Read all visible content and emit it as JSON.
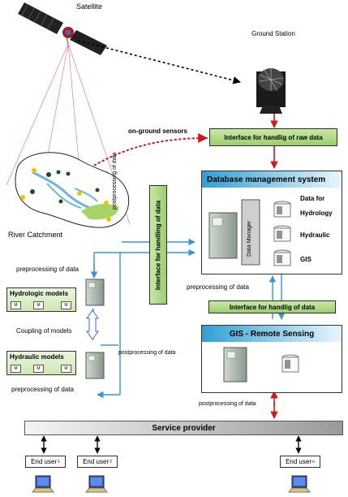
{
  "labels": {
    "satellite": "Satellite",
    "ground_station": "Ground Station",
    "on_ground_sensors": "on-ground sensors",
    "river_catchment": "River Catchment",
    "postprocessing_vertical": "postprocessing of data",
    "preprocessing_1": "preprocessing of data",
    "coupling": "Coupling of models",
    "postprocessing_mid": "postprocessing of data",
    "preprocessing_2": "preprocessing of data",
    "preprocessing_db": "preprocessing of data",
    "postprocessing_gis": "postprocessing of data"
  },
  "interfaces": {
    "raw": "Interface for handlig of raw data",
    "vertical": "Interface for handling of data",
    "gis": "Interface for handlig of data"
  },
  "dbms": {
    "title": "Database management system",
    "data_manager": "Data Manager",
    "data_for": "Data for",
    "items": [
      "Hydrology",
      "Hydraulic",
      "GIS"
    ]
  },
  "gis_panel": {
    "title": "GIS - Remote Sensing"
  },
  "models": {
    "hydrologic": {
      "title": "Hydrologic models",
      "cells": [
        "M",
        "M",
        "M"
      ]
    },
    "hydraulic": {
      "title": "Hydraulic models",
      "cells": [
        "M",
        "M",
        "M"
      ]
    }
  },
  "service_provider": "Service provider",
  "end_users": [
    {
      "label": "End user",
      "sub": "1"
    },
    {
      "label": "End user",
      "sub": "2"
    },
    {
      "label": "End user",
      "sub": "n"
    }
  ],
  "colors": {
    "interface_green": "#a8d57c",
    "arrow_blue": "#3a93d6",
    "arrow_red": "#d01818",
    "dbms_title": "#2fa0d6"
  }
}
